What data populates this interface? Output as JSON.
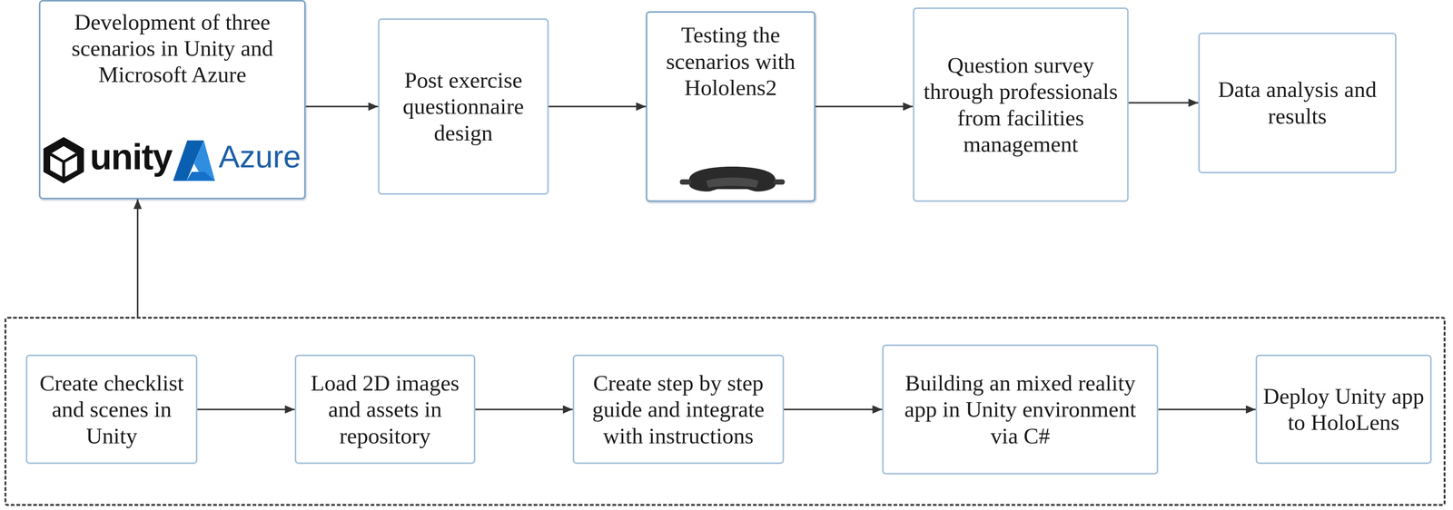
{
  "diagram": {
    "nodes": [
      {
        "text": [
          "Development of three scenarios in Unity and Microsoft Azure",
          "unity",
          "Azure"
        ]
      },
      {
        "text": [
          "Post exercise questionnaire design"
        ]
      },
      {
        "text": [
          "Testing the scenarios with Hololens2"
        ]
      },
      {
        "text": [
          "Question survey through professionals from facilities management"
        ]
      },
      {
        "text": [
          "Data analysis and results"
        ]
      },
      {
        "text": []
      },
      {
        "text": [
          "Create checklist and scenes in Unity"
        ],
        "in": 5
      },
      {
        "text": [
          "Load 2D images and assets in repository"
        ],
        "in": 5
      },
      {
        "text": [
          "Create step by step guide and integrate with instructions"
        ],
        "in": 5
      },
      {
        "text": [
          "Building an mixed reality app in Unity environment via C#"
        ],
        "in": 5
      },
      {
        "text": [
          "Deploy Unity app to HoloLens"
        ],
        "in": 5
      }
    ],
    "edges": [
      {
        "from": 0,
        "to": 1,
        "arrow": "to"
      },
      {
        "from": 1,
        "to": 2,
        "arrow": "to"
      },
      {
        "from": 2,
        "to": 3,
        "arrow": "to"
      },
      {
        "from": 3,
        "to": 4,
        "arrow": "to"
      },
      {
        "from": 5,
        "to": 0,
        "arrow": "to"
      },
      {
        "from": 6,
        "to": 7,
        "arrow": "to"
      },
      {
        "from": 7,
        "to": 8,
        "arrow": "to"
      },
      {
        "from": 8,
        "to": 9,
        "arrow": "to"
      },
      {
        "from": 9,
        "to": 10,
        "arrow": "to"
      }
    ]
  }
}
